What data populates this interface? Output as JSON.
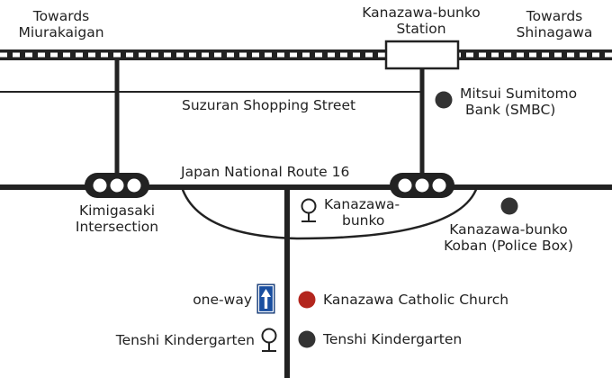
{
  "labels": {
    "towards_west": [
      "Towards",
      "Miurakaigan"
    ],
    "towards_east": [
      "Towards",
      "Shinagawa"
    ],
    "station": [
      "Kanazawa-bunko",
      "Station"
    ],
    "shopping_street": "Suzuran Shopping Street",
    "bank": [
      "Mitsui Sumitomo",
      "Bank (SMBC)"
    ],
    "route": "Japan National Route 16",
    "intersection": [
      "Kimigasaki",
      "Intersection"
    ],
    "bus_stop": [
      "Kanazawa-",
      "bunko"
    ],
    "koban": [
      "Kanazawa-bunko",
      "Koban (Police Box)"
    ],
    "one_way": "one-way",
    "church": "Kanazawa Catholic Church",
    "kindergarten_bus_stop": "Tenshi Kindergarten",
    "kindergarten": "Tenshi Kindergarten"
  },
  "icons": {
    "traffic_light": "traffic-light-icon",
    "bus_stop": "bus-stop-icon",
    "one_way": "one-way-arrow-icon",
    "landmark": "landmark-dot-icon"
  },
  "colors": {
    "road": "#222222",
    "church_dot": "#b3261e",
    "landmark_dot": "#333333",
    "one_way_sign": "#1a4fa0"
  }
}
